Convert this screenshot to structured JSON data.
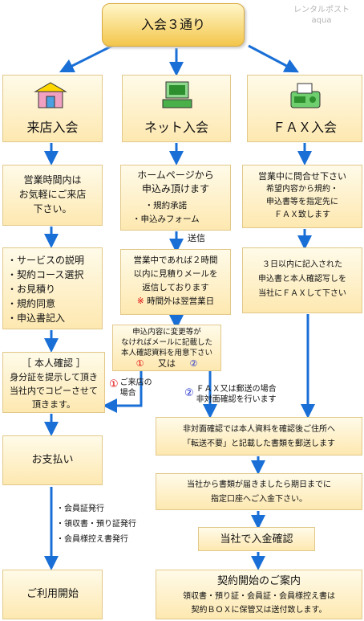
{
  "title": "入会３通り",
  "watermark": [
    "レンタルポスト",
    "aqua"
  ],
  "columns": {
    "store": "来店入会",
    "net": "ネット入会",
    "fax": "ＦＡＸ入会"
  },
  "store_flow": {
    "hours": [
      "営業時間内は",
      "お気軽にご来店",
      "下さい。"
    ],
    "steps": [
      "・サービスの説明",
      "・契約コース選択",
      "・お見積り",
      "・規約同意",
      "・申込書記入"
    ],
    "id_check_title": "［ 本人確認 ］",
    "id_check_text": [
      "身分証を提示して頂き",
      "当社内でコピーさせて",
      "頂きます。"
    ],
    "payment": "お支払い",
    "issued": [
      "・会員証発行",
      "・領収書・預り証発行",
      "・会員様控え書発行"
    ],
    "start": "ご利用開始"
  },
  "net_flow": {
    "homepage": [
      "ホームページから",
      "申込み頂けます"
    ],
    "homepage_items": [
      "・規約承諾",
      "・申込みフォーム"
    ],
    "send_label": "送信",
    "reply": [
      "営業中であれば２時間",
      "以内に見積りメールを",
      "返信しております"
    ],
    "reply_note_mark": "※",
    "reply_note": "時間外は翌営業日",
    "prep": [
      "申込内容に変更等が",
      "なければメールに記載した",
      "本人確認資料を用意下さい"
    ],
    "option1": "①",
    "or_label": "又は",
    "option2": "②",
    "visit_mark": "①",
    "visit_text": [
      "ご来店の",
      "場合"
    ],
    "fax_mail_mark": "②",
    "fax_mail_text": [
      "ＦＡＸ又は郵送の場合",
      "非対面確認を行います"
    ]
  },
  "fax_flow": {
    "inquiry": [
      "営業中に問合せ下さい",
      "希望内容から規約・",
      "申込書等を指定先に",
      "ＦＡＸ致します"
    ],
    "submit": [
      "３日以内に記入された",
      "申込書と本人確認写しを",
      "当社にＦＡＸして下さい"
    ]
  },
  "remote_flow": {
    "mail_docs": [
      "非対面確認では本人資料を確認後ご住所へ",
      "「転送不要」と記載した書類を郵送します"
    ],
    "deposit_request": [
      "当社から書類が届きましたら期日までに",
      "指定口座へご入金下さい。"
    ],
    "deposit_confirm": "当社で入金確認",
    "start_title": "契約開始のご案内",
    "start_text": [
      "領収書・預り証・会員証・会員様控え書は",
      "契約ＢＯＸに保管又は送付致します。"
    ]
  },
  "colors": {
    "arrow": "#1a6fd6",
    "red_arrow": "#e00000",
    "box_border": "#e2c88a"
  }
}
